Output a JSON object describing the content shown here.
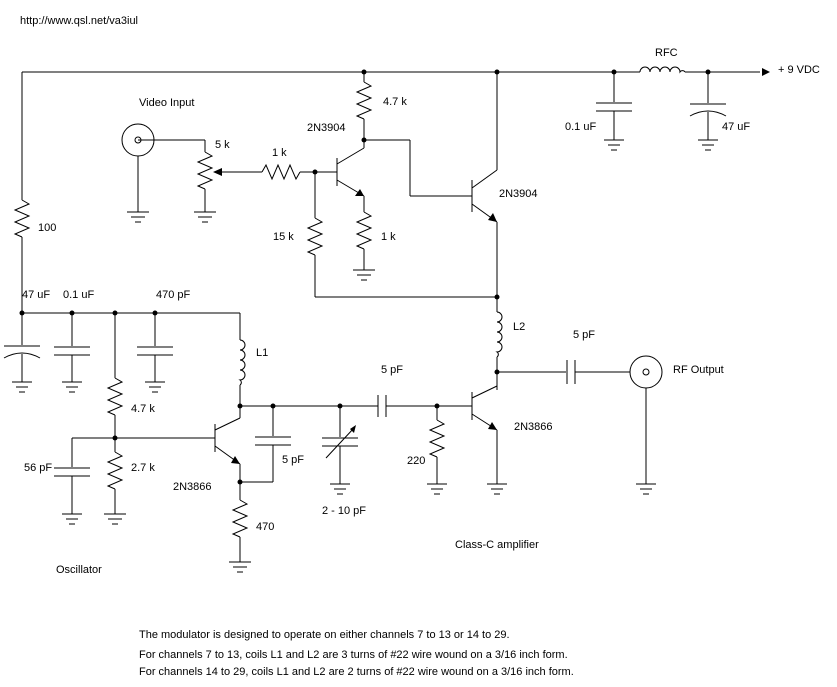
{
  "header": {
    "url": "http://www.qsl.net/va3iul"
  },
  "labels": {
    "video_input": "Video Input",
    "rfc": "RFC",
    "supply": "+ 9 VDC",
    "rf_output": "RF Output",
    "oscillator": "Oscillator",
    "class_c": "Class-C amplifier"
  },
  "components": {
    "r_4k7_top": "4.7 k",
    "q_mod1": "2N3904",
    "pot_5k": "5 k",
    "r_1k_input": "1 k",
    "r_15k": "15 k",
    "r_1k_emitter": "1 k",
    "q_mod2": "2N3904",
    "c_01_supply": "0.1 uF",
    "c_47_supply": "47 uF",
    "r_100": "100",
    "c_47_osc": "47 uF",
    "c_01_osc": "0.1 uF",
    "c_470p": "470 pF",
    "l1": "L1",
    "r_4k7_bias": "4.7 k",
    "r_2k7": "2.7 k",
    "c_56p": "56 pF",
    "q_osc": "2N3866",
    "c_5p_fb": "5 pF",
    "r_470": "470",
    "c_trim": "2 - 10 pF",
    "c_5p_couple": "5 pF",
    "r_220": "220",
    "q_amp": "2N3866",
    "l2": "L2",
    "c_5p_out": "5 pF"
  },
  "notes": [
    "The modulator is designed to operate on either channels 7 to 13 or 14 to 29.",
    "For channels 7 to 13, coils L1 and L2 are 3 turns of #22 wire wound on a 3/16 inch form.",
    "For channels 14 to 29, coils L1 and L2 are 2 turns of #22 wire wound on a 3/16 inch form."
  ]
}
